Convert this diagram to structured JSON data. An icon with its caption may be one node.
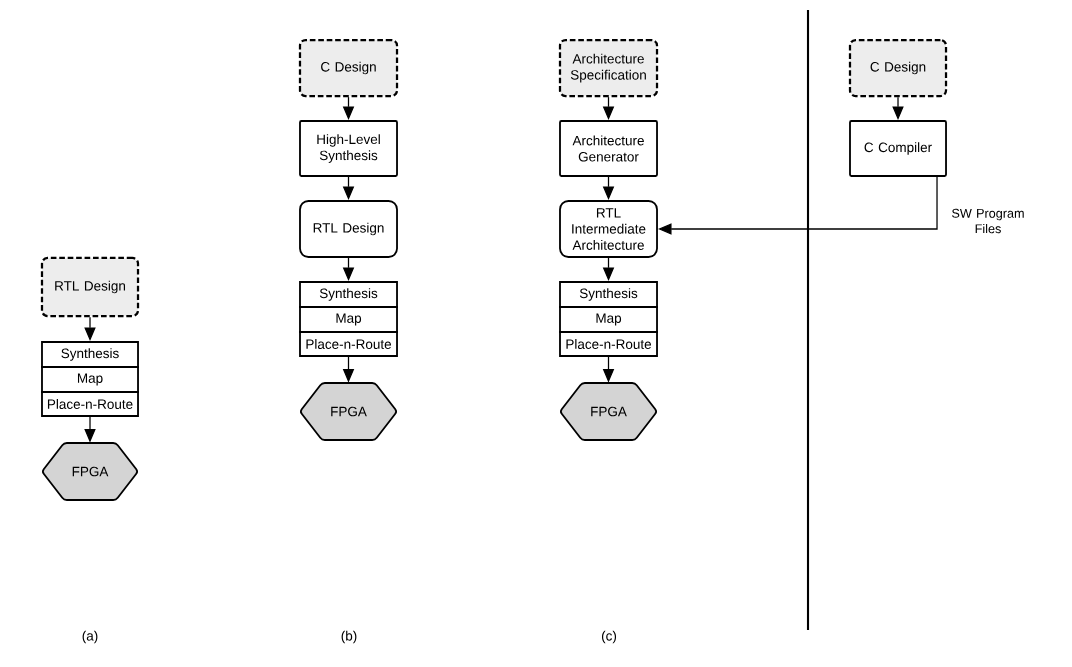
{
  "diagram": {
    "nodes": [
      {
        "text": [
          "RTL Design"
        ]
      },
      {
        "text": [
          "Synthesis"
        ]
      },
      {
        "text": [
          "Map"
        ]
      },
      {
        "text": [
          "Place-n-Route"
        ]
      },
      {
        "text": [
          "FPGA"
        ]
      },
      {
        "text": [
          "C Design"
        ]
      },
      {
        "text": [
          "High-Level Synthesis"
        ]
      },
      {
        "text": [
          "RTL Design"
        ]
      },
      {
        "text": [
          "Synthesis"
        ]
      },
      {
        "text": [
          "Map"
        ]
      },
      {
        "text": [
          "Place-n-Route"
        ]
      },
      {
        "text": [
          "FPGA"
        ]
      },
      {
        "text": [
          "Architecture Specification"
        ]
      },
      {
        "text": [
          "Architecture Generator"
        ]
      },
      {
        "text": [
          "RTL Intermediate Architecture"
        ]
      },
      {
        "text": [
          "Synthesis"
        ]
      },
      {
        "text": [
          "Map"
        ]
      },
      {
        "text": [
          "Place-n-Route"
        ]
      },
      {
        "text": [
          "FPGA"
        ]
      },
      {
        "text": [
          "C Design"
        ]
      },
      {
        "text": [
          "C Compiler"
        ]
      }
    ],
    "edges": [
      {
        "from": 0,
        "to": 1,
        "arrow": "to"
      },
      {
        "from": 3,
        "to": 4,
        "arrow": "to"
      },
      {
        "from": 5,
        "to": 6,
        "arrow": "to"
      },
      {
        "from": 6,
        "to": 7,
        "arrow": "to"
      },
      {
        "from": 7,
        "to": 8,
        "arrow": "to"
      },
      {
        "from": 10,
        "to": 11,
        "arrow": "to"
      },
      {
        "from": 12,
        "to": 13,
        "arrow": "to"
      },
      {
        "from": 13,
        "to": 14,
        "arrow": "to"
      },
      {
        "from": 14,
        "to": 15,
        "arrow": "to"
      },
      {
        "from": 17,
        "to": 18,
        "arrow": "to"
      },
      {
        "from": 19,
        "to": 20,
        "arrow": "to"
      },
      {
        "from": 20,
        "to": 14,
        "arrow": "to",
        "label": "SW Program Files"
      }
    ],
    "labels": [
      "(a)",
      "(b)",
      "(c)"
    ]
  }
}
